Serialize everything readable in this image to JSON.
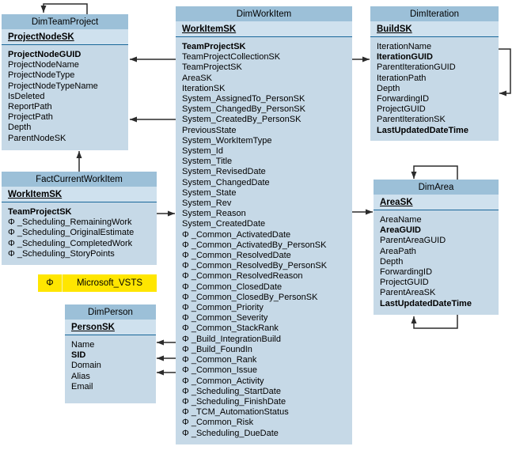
{
  "legend": {
    "symbol": "Φ",
    "label": "Microsoft_VSTS",
    "color": "#ffe600"
  },
  "colors": {
    "table_header": "#9cc0d8",
    "table_key_row": "#cfe1ee",
    "table_body": "#c6d9e7",
    "key_divider": "#19679a",
    "arrow": "#2b2b2b",
    "legend_yellow": "#ffe600"
  },
  "tables": [
    {
      "id": "DimTeamProject",
      "title": "DimTeamProject",
      "key": "ProjectNodeSK",
      "fields": [
        {
          "label": "ProjectNodeGUID",
          "bold": true
        },
        {
          "label": "ProjectNodeName"
        },
        {
          "label": "ProjectNodeType"
        },
        {
          "label": "ProjectNodeTypeName"
        },
        {
          "label": "IsDeleted"
        },
        {
          "label": "ReportPath"
        },
        {
          "label": "ProjectPath"
        },
        {
          "label": "Depth"
        },
        {
          "label": "ParentNodeSK"
        }
      ]
    },
    {
      "id": "DimWorkItem",
      "title": "DimWorkItem",
      "key": "WorkItemSK",
      "fields": [
        {
          "label": "TeamProjectSK",
          "bold": true
        },
        {
          "label": "TeamProjectCollectionSK"
        },
        {
          "label": "TeamProjectSK"
        },
        {
          "label": "AreaSK"
        },
        {
          "label": "IterationSK"
        },
        {
          "label": "System_AssignedTo_PersonSK"
        },
        {
          "label": "System_ChangedBy_PersonSK"
        },
        {
          "label": "System_CreatedBy_PersonSK"
        },
        {
          "label": "PreviousState"
        },
        {
          "label": "System_WorkItemType"
        },
        {
          "label": "System_Id"
        },
        {
          "label": "System_Title"
        },
        {
          "label": "System_RevisedDate"
        },
        {
          "label": "System_ChangedDate"
        },
        {
          "label": "System_State"
        },
        {
          "label": "System_Rev"
        },
        {
          "label": "System_Reason"
        },
        {
          "label": "System_CreatedDate"
        },
        {
          "label": "Φ _Common_ActivatedDate"
        },
        {
          "label": "Φ _Common_ActivatedBy_PersonSK"
        },
        {
          "label": "Φ _Common_ResolvedDate"
        },
        {
          "label": "Φ _Common_ResolvedBy_PersonSK"
        },
        {
          "label": "Φ _Common_ResolvedReason"
        },
        {
          "label": "Φ _Common_ClosedDate"
        },
        {
          "label": "Φ _Common_ClosedBy_PersonSK"
        },
        {
          "label": "Φ _Common_Priority"
        },
        {
          "label": "Φ _Common_Severity"
        },
        {
          "label": "Φ _Common_StackRank"
        },
        {
          "label": "Φ _Build_IntegrationBuild"
        },
        {
          "label": "Φ _Build_FoundIn"
        },
        {
          "label": "Φ _Common_Rank"
        },
        {
          "label": "Φ _Common_Issue"
        },
        {
          "label": "Φ _Common_Activity"
        },
        {
          "label": "Φ _Scheduling_StartDate"
        },
        {
          "label": "Φ _Scheduling_FinishDate"
        },
        {
          "label": "Φ _TCM_AutomationStatus"
        },
        {
          "label": "Φ _Common_Risk"
        },
        {
          "label": "Φ _Scheduling_DueDate"
        }
      ]
    },
    {
      "id": "DimIteration",
      "title": "DimIteration",
      "key": "BuildSK",
      "fields": [
        {
          "label": "IterationName"
        },
        {
          "label": "IterationGUID",
          "bold": true
        },
        {
          "label": "ParentIterationGUID"
        },
        {
          "label": "IterationPath"
        },
        {
          "label": "Depth"
        },
        {
          "label": "ForwardingID"
        },
        {
          "label": "ProjectGUID"
        },
        {
          "label": "ParentIterationSK"
        },
        {
          "label": "LastUpdatedDateTime",
          "bold": true
        }
      ]
    },
    {
      "id": "FactCurrentWorkItem",
      "title": "FactCurrentWorkItem",
      "key": "WorkItemSK",
      "fields": [
        {
          "label": "TeamProjectSK",
          "bold": true
        },
        {
          "label": "Φ _Scheduling_RemainingWork"
        },
        {
          "label": "Φ _Scheduling_OriginalEstimate"
        },
        {
          "label": "Φ _Scheduling_CompletedWork"
        },
        {
          "label": "Φ _Scheduling_StoryPoints"
        }
      ]
    },
    {
      "id": "DimPerson",
      "title": "DimPerson",
      "key": "PersonSK",
      "fields": [
        {
          "label": "Name"
        },
        {
          "label": "SID",
          "bold": true
        },
        {
          "label": "Domain"
        },
        {
          "label": "Alias"
        },
        {
          "label": "Email"
        }
      ]
    },
    {
      "id": "DimArea",
      "title": "DimArea",
      "key": "AreaSK",
      "fields": [
        {
          "label": "AreaName"
        },
        {
          "label": "AreaGUID",
          "bold": true
        },
        {
          "label": "ParentAreaGUID"
        },
        {
          "label": "AreaPath"
        },
        {
          "label": "Depth"
        },
        {
          "label": "ForwardingID"
        },
        {
          "label": "ProjectGUID"
        },
        {
          "label": "ParentAreaSK"
        },
        {
          "label": "LastUpdatedDateTime",
          "bold": true
        }
      ]
    }
  ],
  "relationships": [
    {
      "from": "DimWorkItem",
      "to": "DimTeamProject"
    },
    {
      "from": "DimWorkItem",
      "to": "DimTeamProject"
    },
    {
      "from": "FactCurrentWorkItem",
      "to": "DimTeamProject"
    },
    {
      "from": "FactCurrentWorkItem",
      "to": "DimWorkItem"
    },
    {
      "from": "DimWorkItem",
      "to": "DimIteration"
    },
    {
      "from": "DimWorkItem",
      "to": "DimArea"
    },
    {
      "from": "DimWorkItem",
      "to": "DimPerson"
    },
    {
      "from": "DimWorkItem",
      "to": "DimPerson"
    },
    {
      "from": "DimWorkItem",
      "to": "DimPerson"
    },
    {
      "from": "DimTeamProject",
      "to": "DimTeamProject",
      "self": true
    },
    {
      "from": "DimIteration",
      "to": "DimIteration",
      "self": true
    },
    {
      "from": "DimArea",
      "to": "DimArea",
      "self": true
    },
    {
      "from": "DimArea",
      "to": "DimArea",
      "self": true
    }
  ]
}
